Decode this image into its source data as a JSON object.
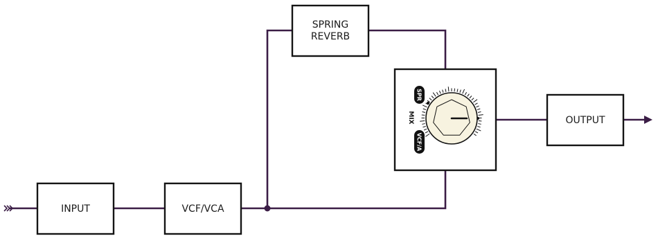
{
  "blocks": {
    "input": "INPUT",
    "vcf_vca": "VCF/VCA",
    "spring_reverb_line1": "SPRING",
    "spring_reverb_line2": "REVERB",
    "output": "OUTPUT"
  },
  "mix_control": {
    "label": "MIX",
    "top_marker": "SPR",
    "bottom_marker": "VCF/A"
  },
  "colors": {
    "wire": "#3b1d46",
    "box_stroke": "#141414",
    "knob_face": "#f7f3e0"
  }
}
